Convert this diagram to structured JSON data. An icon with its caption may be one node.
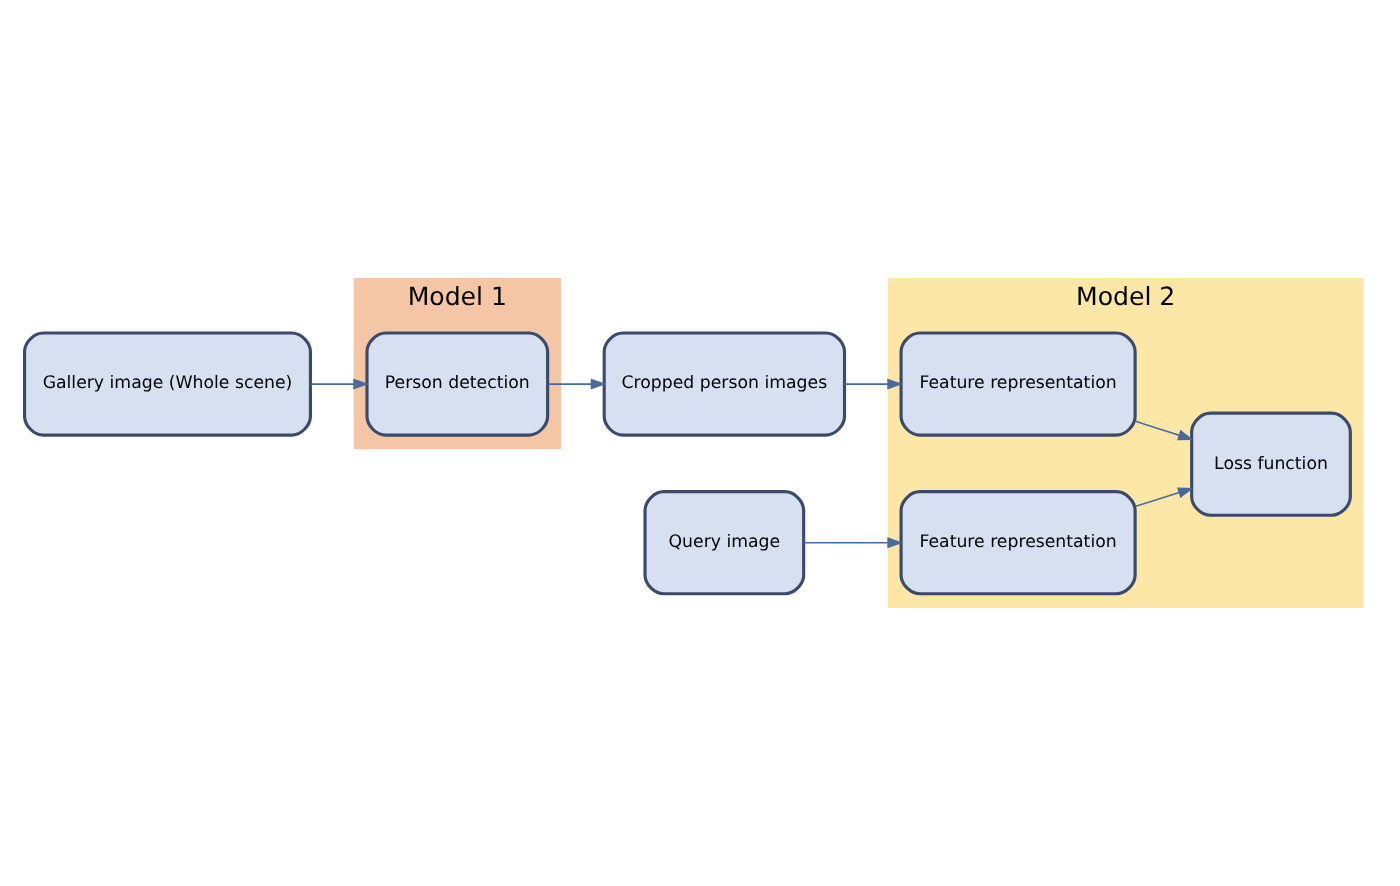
{
  "diagram": {
    "nodes": [
      {
        "text": [
          "Gallery image (Whole scene)"
        ]
      },
      {
        "text": [
          "Model 1"
        ]
      },
      {
        "text": [
          "Person detection"
        ],
        "in": 1
      },
      {
        "text": [
          "Cropped person images"
        ]
      },
      {
        "text": [
          "Model 2"
        ]
      },
      {
        "text": [
          "Feature representation"
        ],
        "in": 4
      },
      {
        "text": [
          "Query image"
        ]
      },
      {
        "text": [
          "Feature representation"
        ],
        "in": 4
      },
      {
        "text": [
          "Loss function"
        ],
        "in": 4
      }
    ],
    "edges": [
      {
        "from": 0,
        "to": 2,
        "arrow": "to"
      },
      {
        "from": 2,
        "to": 3,
        "arrow": "to"
      },
      {
        "from": 3,
        "to": 5,
        "arrow": "to"
      },
      {
        "from": 5,
        "to": 8,
        "arrow": "to"
      },
      {
        "from": 6,
        "to": 7,
        "arrow": "to"
      },
      {
        "from": 7,
        "to": 8,
        "arrow": "to"
      }
    ]
  }
}
